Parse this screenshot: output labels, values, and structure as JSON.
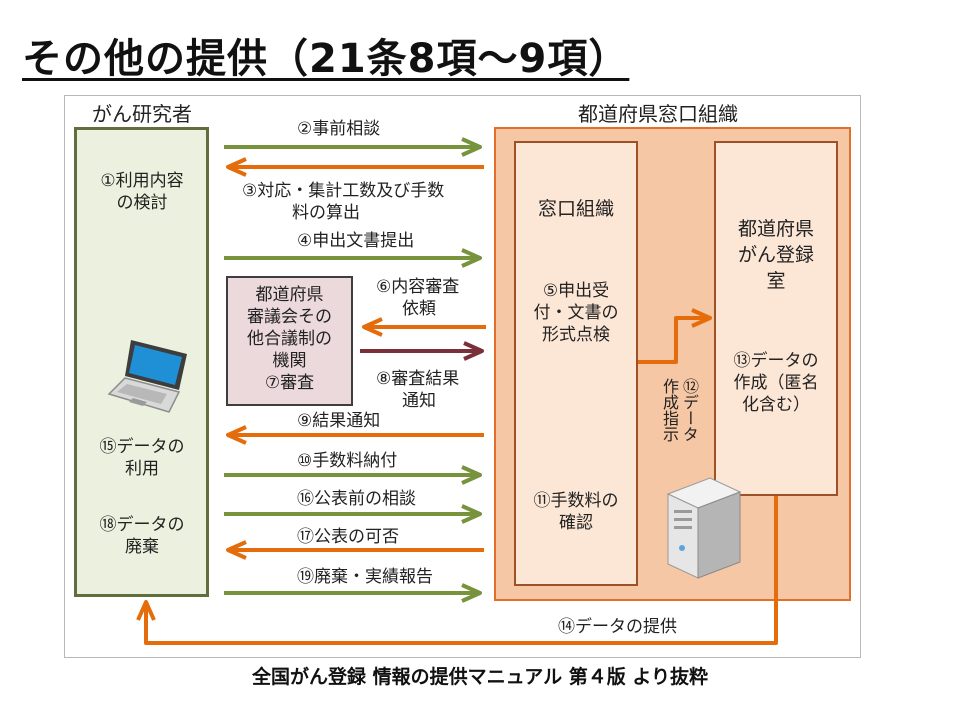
{
  "title": "その他の提供（21条8項～9項）",
  "footer": "全国がん登録 情報の提供マニュアル 第４版 より抜粋",
  "colors": {
    "green": "#77933c",
    "orange": "#e46c0a",
    "maroon": "#7b3039"
  },
  "researcher": {
    "header": "がん研究者",
    "step1": [
      "①利用内容",
      "の検討"
    ],
    "step15": [
      "⑮データの",
      "利用"
    ],
    "step18": [
      "⑱データの",
      "廃棄"
    ],
    "laptop_icon": "laptop-icon"
  },
  "prefecture": {
    "header": "都道府県窓口組織",
    "window": {
      "title": "窓口組織",
      "step5": [
        "⑤申出受",
        "付・文書の",
        "形式点検"
      ],
      "step11": [
        "⑪手数料の",
        "確認"
      ]
    },
    "registry": {
      "title": [
        "都道府県",
        "がん登録",
        "室"
      ],
      "step13": [
        "⑬データの",
        "作成（匿名",
        "化含む）"
      ],
      "server_icon": "server-icon"
    },
    "step12": {
      "col1": "作成指示",
      "col2": "⑫データ"
    }
  },
  "council": {
    "lines": [
      "都道府県",
      "審議会その",
      "他合議制の",
      "機関",
      "⑦審査"
    ]
  },
  "arrows": {
    "a2": "②事前相談",
    "a3": [
      "③対応・集計工数及び手数",
      "料の算出"
    ],
    "a4": "④申出文書提出",
    "a6": [
      "⑥内容審査",
      "依頼"
    ],
    "a8": [
      "⑧審査結果",
      "通知"
    ],
    "a9": "⑨結果通知",
    "a10": "⑩手数料納付",
    "a16": "⑯公表前の相談",
    "a17": "⑰公表の可否",
    "a19": "⑲廃棄・実績報告",
    "a14": "⑭データの提供"
  }
}
